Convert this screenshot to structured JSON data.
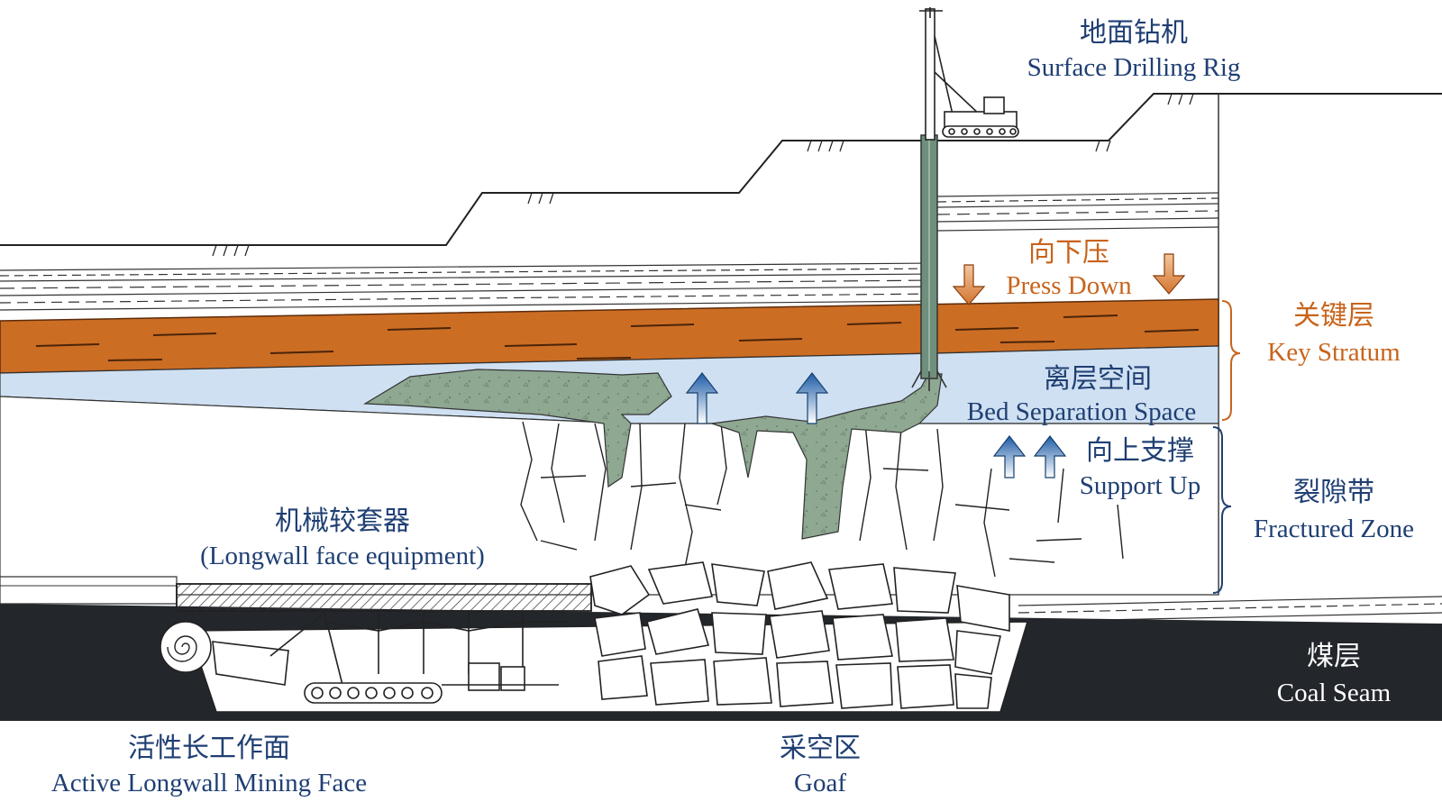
{
  "labels": {
    "rig_cn": "地面钻机",
    "rig_en": "Surface Drilling Rig",
    "press_cn": "向下压",
    "press_en": "Press Down",
    "key_cn": "关键层",
    "key_en": "Key Stratum",
    "bed_cn": "离层空间",
    "bed_en": "Bed Separation Space",
    "support_cn": "向上支撑",
    "support_en": "Support Up",
    "frac_cn": "裂隙带",
    "frac_en": "Fractured Zone",
    "equip_cn": "机械较套器",
    "equip_en": "(Longwall face equipment)",
    "coal_cn": "煤层",
    "coal_en": "Coal Seam",
    "face_cn": "活性长工作面",
    "face_en": "Active Longwall Mining Face",
    "goaf_cn": "采空区",
    "goaf_en": "Goaf"
  },
  "colors": {
    "navy": "#1f3f73",
    "orange": "#c8641c",
    "key_stratum": "#cc6d24",
    "bed_separation": "#cfe0f2",
    "grout": "#8ea892",
    "coal": "#23262b",
    "arrow_blue": "#2a64a8",
    "arrow_orange": "#d4742e"
  }
}
